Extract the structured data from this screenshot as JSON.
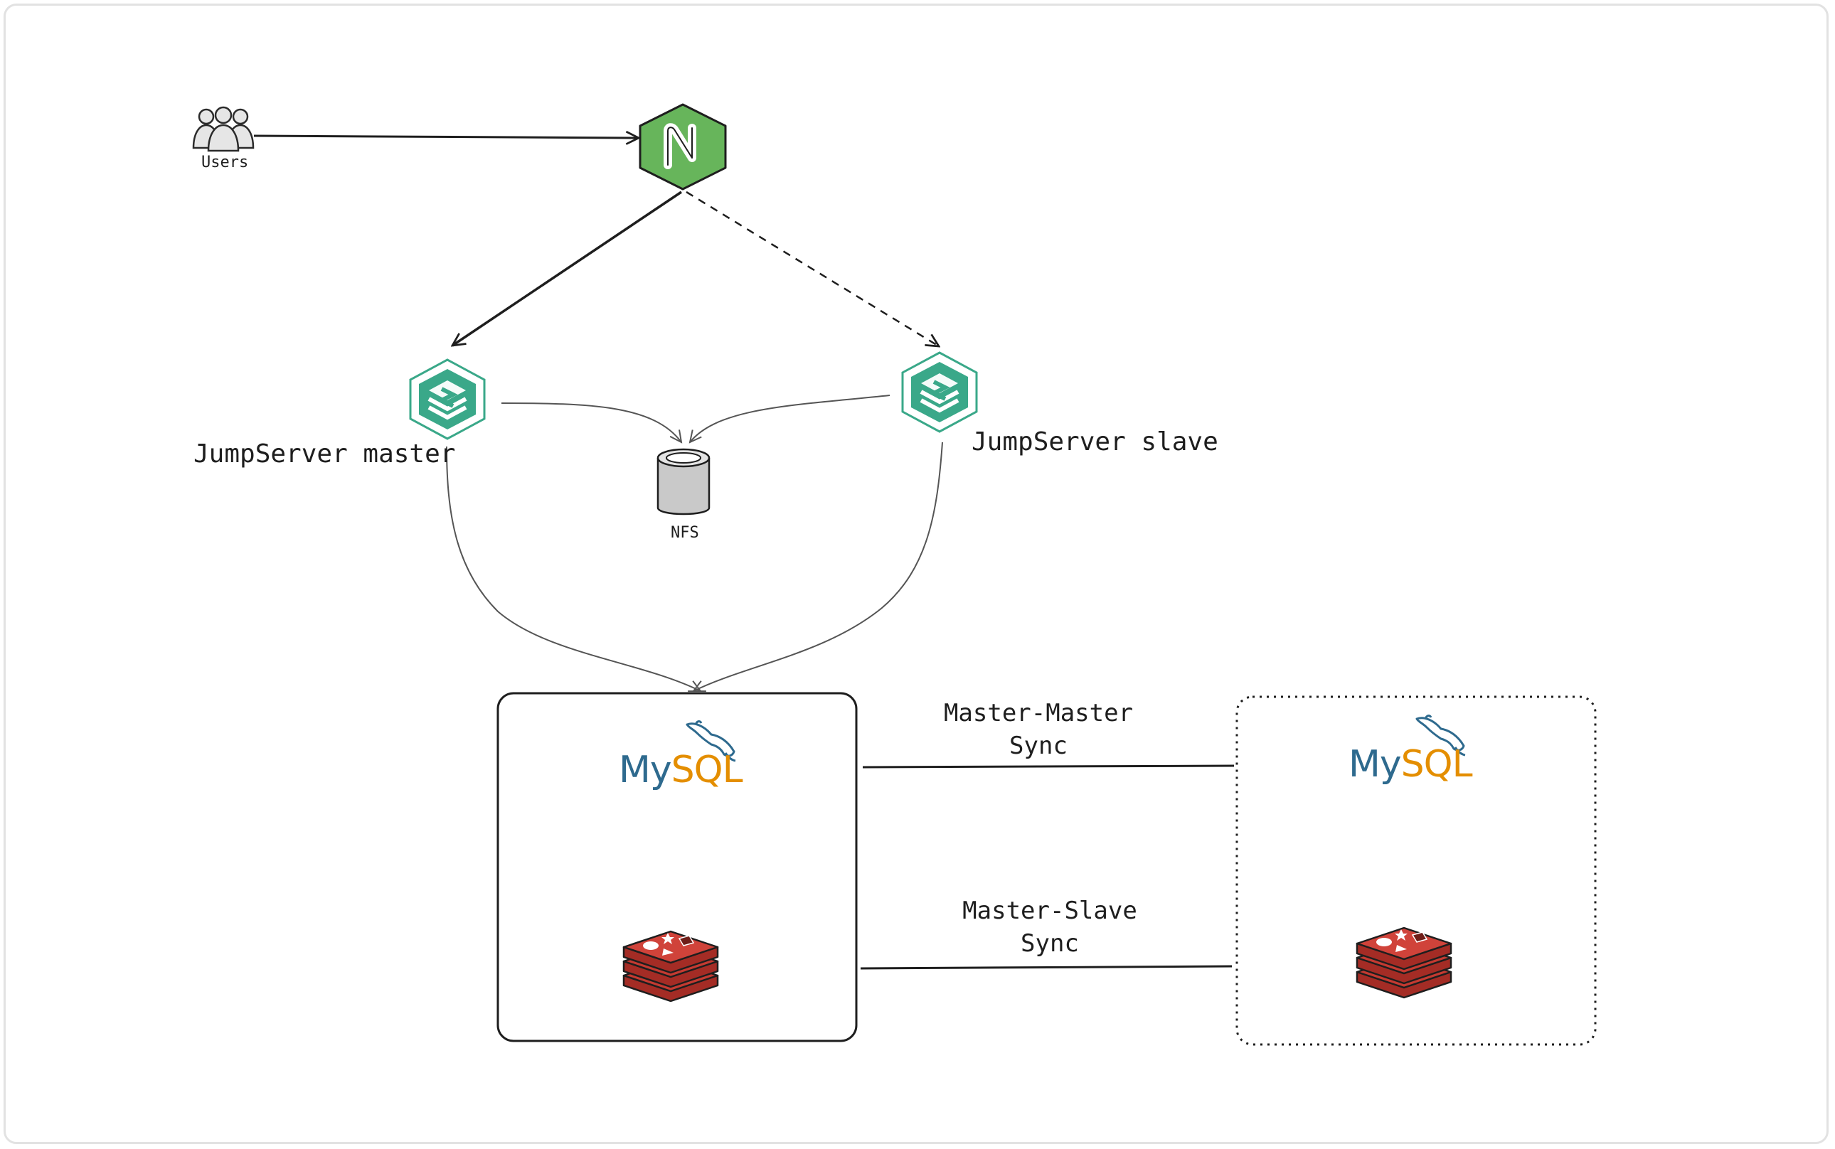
{
  "diagram": {
    "nodes": {
      "users": {
        "label": "Users",
        "icon": "users-group-icon"
      },
      "nginx": {
        "icon": "nginx-icon",
        "color": "#67b55b"
      },
      "jumpserver_master": {
        "label": "JumpServer master",
        "icon": "jumpserver-icon"
      },
      "jumpserver_slave": {
        "label": "JumpServer slave",
        "icon": "jumpserver-icon"
      },
      "nfs": {
        "label": "NFS",
        "icon": "database-cylinder-icon"
      },
      "primary_box": {
        "mysql": {
          "my": "My",
          "sql": "SQL"
        },
        "redis_icon": "redis-icon"
      },
      "secondary_box": {
        "mysql": {
          "my": "My",
          "sql": "SQL"
        },
        "redis_icon": "redis-icon"
      }
    },
    "edges": {
      "master_master_sync": {
        "line1": "Master-Master",
        "line2": "Sync"
      },
      "master_slave_sync": {
        "line1": "Master-Slave",
        "line2": "Sync"
      }
    },
    "colors": {
      "jumpserver": "#3aa889",
      "redis": "#c53a31",
      "mysql_blue": "#2e6a8e",
      "mysql_orange": "#e48e00"
    }
  }
}
